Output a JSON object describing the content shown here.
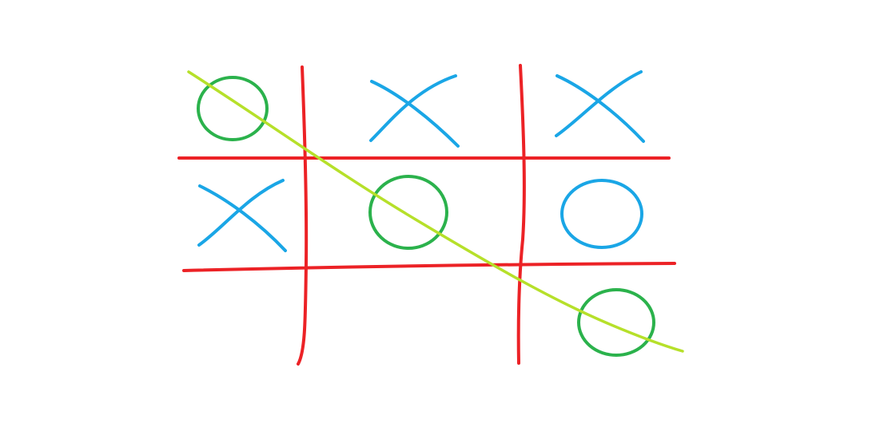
{
  "game": {
    "name": "tic-tac-toe",
    "board": [
      [
        "O",
        "X",
        "X"
      ],
      [
        "X",
        "O",
        "O"
      ],
      [
        "",
        "",
        "O"
      ]
    ],
    "winner": "O",
    "winning_line": "diagonal-top-left-to-bottom-right",
    "winning_cells": [
      [
        0,
        0
      ],
      [
        1,
        1
      ],
      [
        2,
        2
      ]
    ]
  },
  "colors": {
    "grid": "#ec2226",
    "x_mark": "#1aa6e6",
    "o_mark": "#2bb24c",
    "o_mark_other": "#1aa6e6",
    "win_line": "#b6e02a",
    "background": "#ffffff"
  }
}
